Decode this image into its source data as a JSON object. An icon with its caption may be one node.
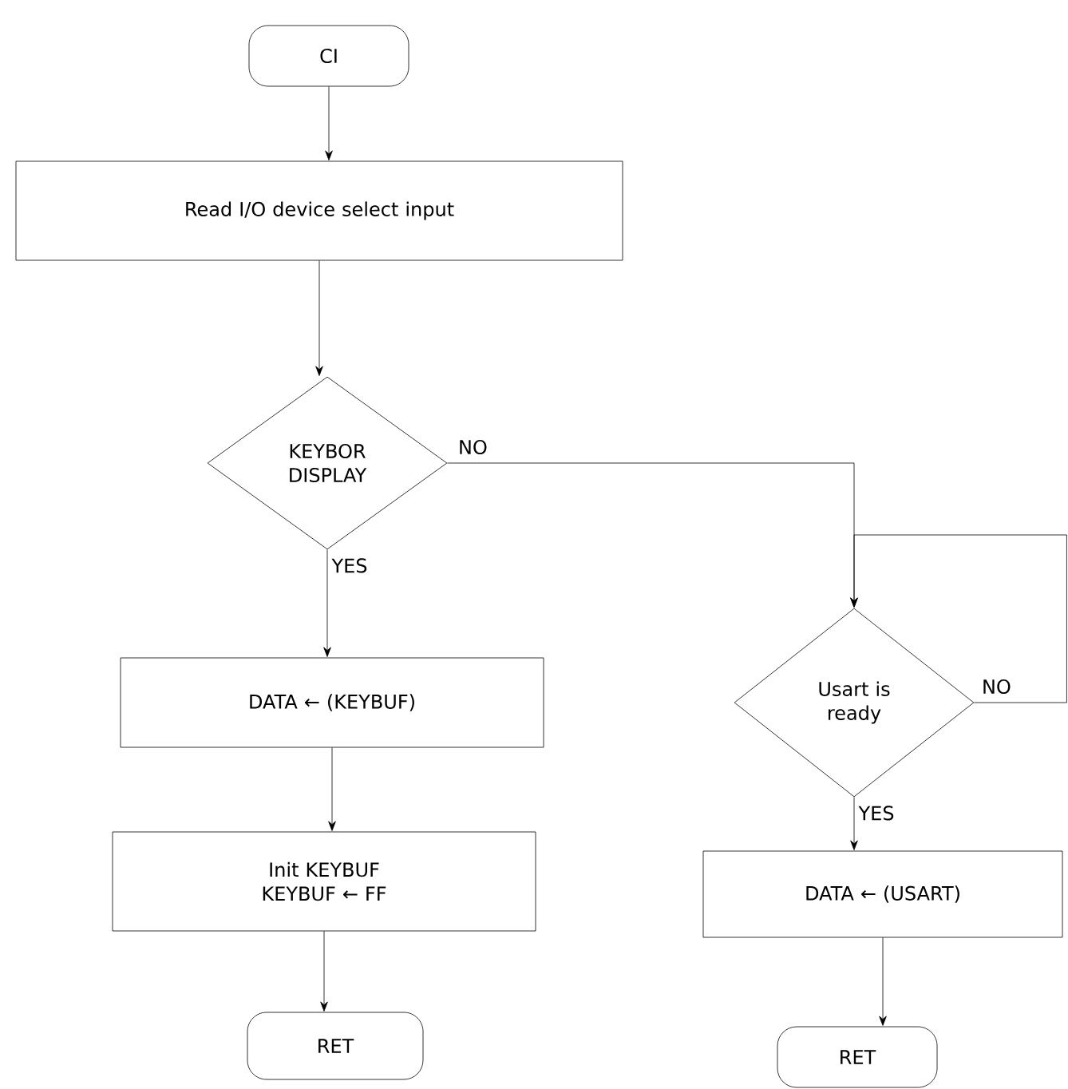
{
  "diagram": {
    "nodes": [
      {
        "text": [
          "CI"
        ]
      },
      {
        "text": [
          "Read I/O device select input"
        ]
      },
      {
        "text": [
          "KEYBOR DISPLAY"
        ]
      },
      {
        "text": [
          "DATA ← (KEYBUF)"
        ]
      },
      {
        "text": [
          "Init KEYBUF",
          "KEYBUF ← FF"
        ]
      },
      {
        "text": [
          "RET"
        ]
      },
      {
        "text": [
          "Usart is ready"
        ]
      },
      {
        "text": [
          "DATA ← (USART)"
        ]
      },
      {
        "text": [
          "RET"
        ]
      }
    ],
    "edges": [
      {
        "from": 0,
        "to": 1,
        "arrow": "to"
      },
      {
        "from": 1,
        "to": 2,
        "arrow": "to"
      },
      {
        "from": 2,
        "to": 3,
        "arrow": "to",
        "label": "YES"
      },
      {
        "from": 2,
        "to": 6,
        "arrow": "to",
        "label": "NO"
      },
      {
        "from": 3,
        "to": 4,
        "arrow": "to"
      },
      {
        "from": 4,
        "to": 5,
        "arrow": "to"
      },
      {
        "from": 6,
        "to": 7,
        "arrow": "to",
        "label": "YES"
      },
      {
        "from": 6,
        "to": 6,
        "arrow": "to",
        "label": "NO"
      },
      {
        "from": 7,
        "to": 8,
        "arrow": "to"
      }
    ]
  }
}
